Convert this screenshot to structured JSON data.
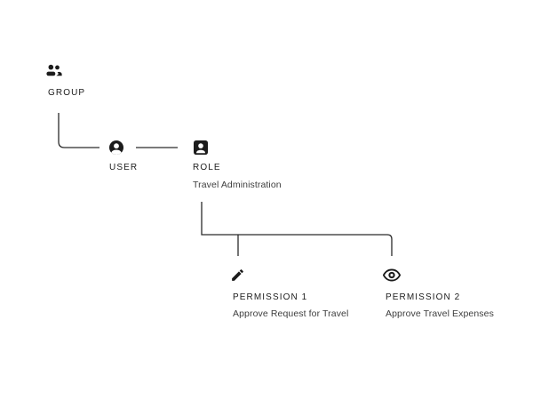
{
  "nodes": {
    "group": {
      "label": "GROUP",
      "icon": "group-icon"
    },
    "user": {
      "label": "USER",
      "icon": "user-icon"
    },
    "role": {
      "label": "ROLE",
      "sublabel": "Travel Administration",
      "icon": "role-icon"
    },
    "permission1": {
      "label": "PERMISSION 1",
      "sublabel": "Approve Request for Travel",
      "icon": "pencil-icon"
    },
    "permission2": {
      "label": "PERMISSION 2",
      "sublabel": "Approve Travel Expenses",
      "icon": "eye-icon"
    }
  },
  "connections": [
    {
      "from": "group",
      "to": "user"
    },
    {
      "from": "user",
      "to": "role"
    },
    {
      "from": "role",
      "to": "permission1"
    },
    {
      "from": "role",
      "to": "permission2"
    }
  ],
  "colors": {
    "ink": "#1c1c1c",
    "line": "#2b2b2b",
    "sublabel": "#3e3e3e",
    "background": "#ffffff"
  }
}
